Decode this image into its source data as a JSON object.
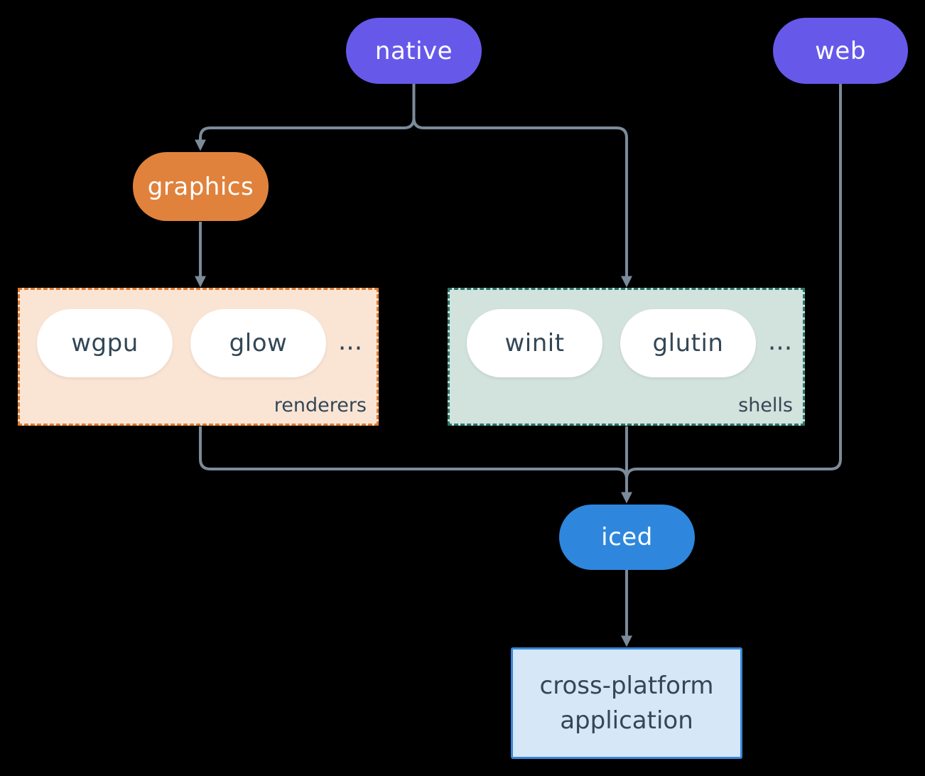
{
  "colors": {
    "background": "#000000",
    "connector": "#7B8B9A",
    "native_web_fill": "#6659EA",
    "graphics_fill": "#E0823C",
    "iced_fill": "#2E87DC",
    "renderers_fill": "#FAE5D5",
    "renderers_border": "#E07B30",
    "shells_fill": "#D2E2DC",
    "shells_border": "#2A7768",
    "app_fill": "#D6E7F8",
    "app_border": "#3787D9",
    "dark_text": "#334756",
    "pill_text": "#FFFFFF"
  },
  "nodes": {
    "native": {
      "label": "native"
    },
    "web": {
      "label": "web"
    },
    "graphics": {
      "label": "graphics"
    },
    "iced": {
      "label": "iced"
    },
    "wgpu": {
      "label": "wgpu"
    },
    "glow": {
      "label": "glow"
    },
    "winit": {
      "label": "winit"
    },
    "glutin": {
      "label": "glutin"
    }
  },
  "groups": {
    "renderers": {
      "label": "renderers",
      "ellipsis": "..."
    },
    "shells": {
      "label": "shells",
      "ellipsis": "..."
    }
  },
  "app": {
    "line1": "cross-platform",
    "line2": "application"
  }
}
